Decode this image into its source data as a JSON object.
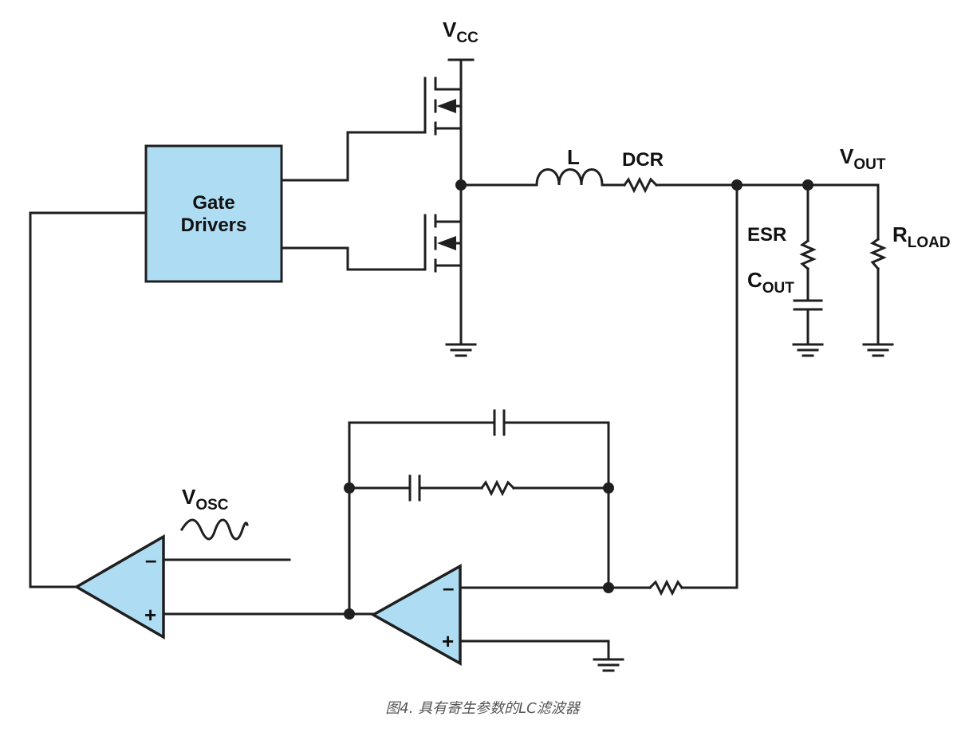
{
  "labels": {
    "vcc_main": "V",
    "vcc_sub": "CC",
    "gate_drivers_line1": "Gate",
    "gate_drivers_line2": "Drivers",
    "inductor": "L",
    "dcr": "DCR",
    "vout_main": "V",
    "vout_sub": "OUT",
    "esr": "ESR",
    "cout_main": "C",
    "cout_sub": "OUT",
    "rload_main": "R",
    "rload_sub": "LOAD",
    "vosc_main": "V",
    "vosc_sub": "OSC",
    "comparator_minus": "–",
    "comparator_plus": "+",
    "erroramp_minus": "–",
    "erroramp_plus": "+"
  },
  "caption": "图4. 具有寄生参数的LC滤波器",
  "colors": {
    "block_fill": "#aedcf2",
    "line": "#1f1f1f",
    "caption": "#555555"
  }
}
